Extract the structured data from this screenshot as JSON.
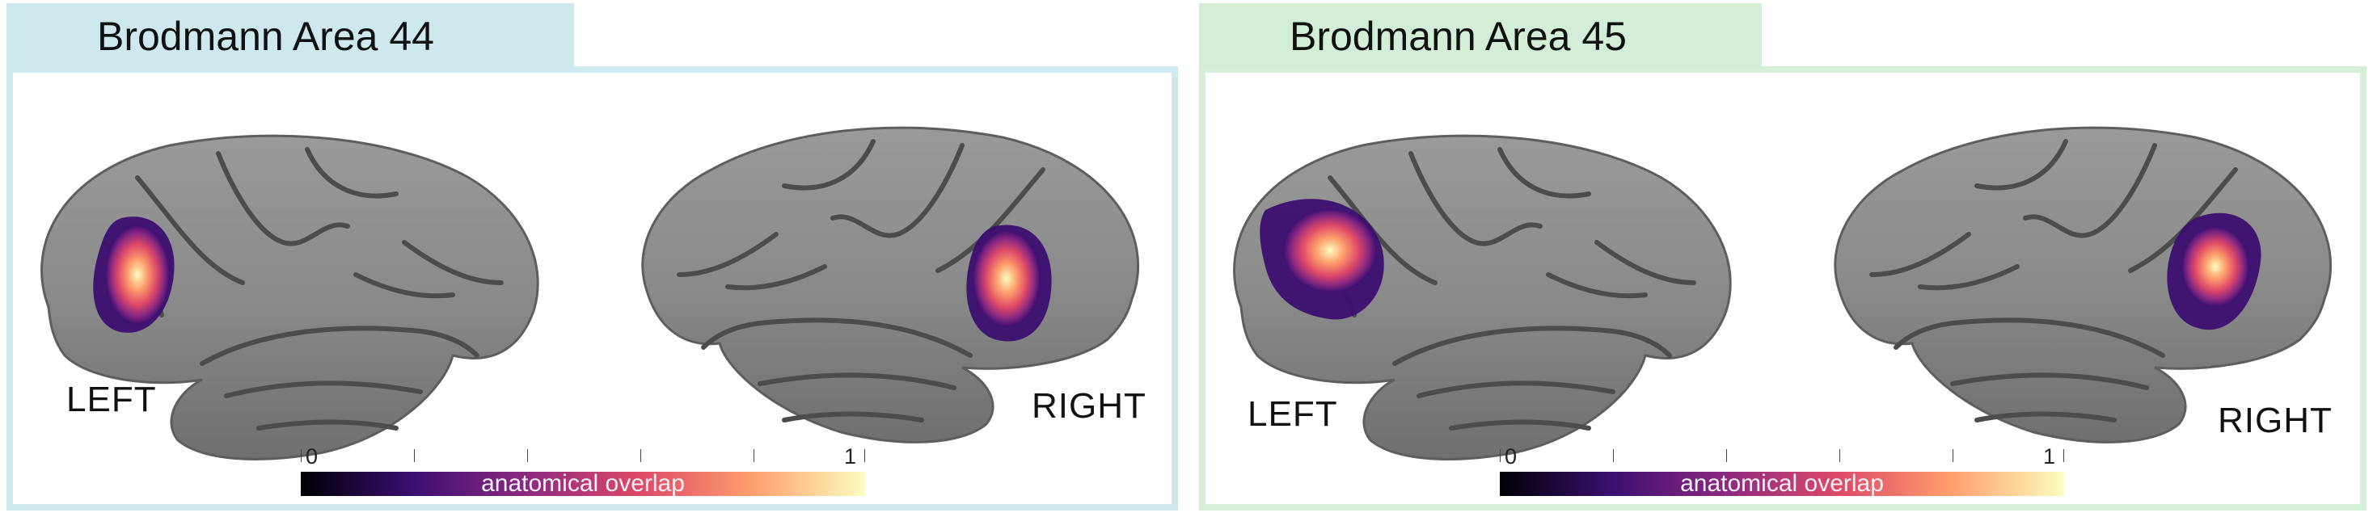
{
  "panels": [
    {
      "title": "Brodmann Area 44",
      "accent": "#cde9ee",
      "frame_color": "#cfeaef",
      "left_label": "LEFT",
      "right_label": "RIGHT",
      "colorbar": {
        "min_label": "0",
        "max_label": "1",
        "label": "anatomical overlap"
      }
    },
    {
      "title": "Brodmann Area 45",
      "accent": "#d3eed6",
      "frame_color": "#d5efd8",
      "left_label": "LEFT",
      "right_label": "RIGHT",
      "colorbar": {
        "min_label": "0",
        "max_label": "1",
        "label": "anatomical overlap"
      }
    }
  ],
  "colormap": [
    "#000004",
    "#3b0f70",
    "#8c2981",
    "#de4968",
    "#fe9f6d",
    "#fcfdbf"
  ]
}
